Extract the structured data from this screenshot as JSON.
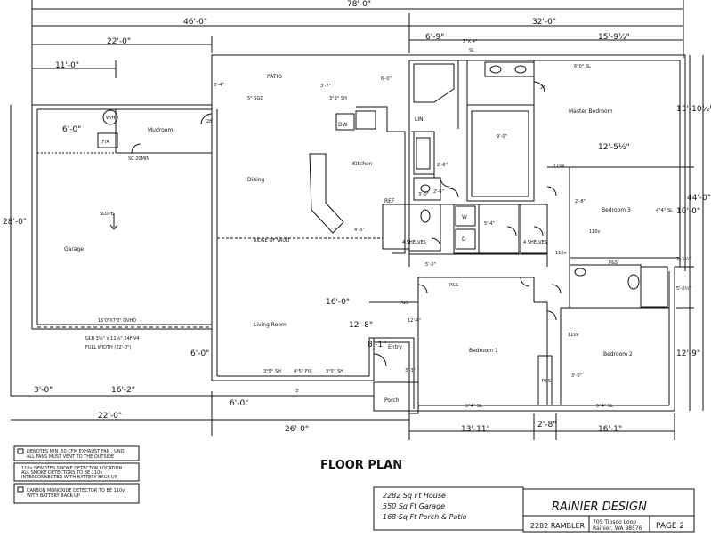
{
  "dims": {
    "overall_width": "78'-0\"",
    "left_section": "46'-0\"",
    "right_section": "32'-0\"",
    "garage_width": "22'-0\"",
    "garage_inner": "11'-0\"",
    "hall_top": "6'-9\"",
    "bath_window": "3°X 4°",
    "bath_window_type": "SL",
    "master_top": "15'-9½\"",
    "patio_left": "3'-4\"",
    "patio_door": "5° SGD",
    "patio_mid": "3'-7\"",
    "patio_right": "6'-0\"",
    "kitchen_window": "3°3° SH",
    "master_window": "6°0° SL",
    "garage_depth": "28'-0\"",
    "wh_offset": "6'-0\"",
    "closet": "9'-0\"",
    "master_depth": "13'-10½\"",
    "right_overall": "44'-0\"",
    "master_width": "12'-5½\"",
    "bed3_closet": "2'-8\"",
    "bed3_window": "4°4° SL",
    "bed3_depth": "10'-0\"",
    "laundry": "4'-5\"",
    "bath_gap": "5'-4\"",
    "hall_width": "5'-0\"",
    "right_gap": "2'-1½\"",
    "bath2_depth": "5'-0½\"",
    "living_depth": "16'-0\"",
    "entry_depth": "12'-8\"",
    "entry_width": "8'-1\"",
    "bed1_window": "5°4° SL",
    "bed2_window": "5°4° SL",
    "bed2_depth": "12'-9\"",
    "bed2_closet": "3'-0\"",
    "garage_left": "3'-0\"",
    "garage_mid": "16'-2\"",
    "garage_bottom": "22'-0\"",
    "living_bottom": "26'-0\"",
    "bed1_bottom": "13'-11\"",
    "gap_bottom": "2'-8\"",
    "bed2_bottom": "16'-1\"",
    "porch_offset": "6'-0\"",
    "garage_front": "6'-0\"",
    "front_window_1": "3°5° SH",
    "front_window_2": "4°5° FIX",
    "front_window_3": "3°5° SH",
    "front_gap": "3'",
    "door_28": "28",
    "door_26": "26",
    "door_shelf": "3'-3\"",
    "closet_small": "2'-6\"",
    "closet_small2": "2'-6\"",
    "closet_mid": "12'-4\"",
    "closet_hall": "3'-0\""
  },
  "rooms": {
    "mudroom": "Mudroom",
    "garage": "Garage",
    "dining": "Dining",
    "kitchen": "Kitchen",
    "living": "Living Room",
    "entry": "Entry",
    "porch": "Porch",
    "bed1": "Bedroom 1",
    "bed2": "Bedroom 2",
    "bed3": "Bedroom 3",
    "master": "Master Bedroom",
    "patio": "PATIO",
    "lin": "LIN",
    "ref": "REF",
    "dw": "DW",
    "wh": "W/H",
    "fa": "F/A",
    "w": "W",
    "d": "D",
    "pands1": "P&S",
    "pands2": "P&S",
    "pands3": "P&S",
    "pands4": "P&S",
    "shelves1": "4 SHELVES",
    "shelves2": "4 SHELVES",
    "slope": "SLOPE",
    "ridge": "RIDGE OF VAULT",
    "sc": "SC 20MIN",
    "ovhd": "16'0\"X7'0\" OVHD",
    "glb1": "GLB 3½\" x 11⅛\" 24F-V4",
    "glb2": "FULL WIDTH (22'-0\")",
    "v110_1": "110v",
    "v110_2": "110v",
    "v110_3": "110v",
    "v110_4": "110v"
  },
  "legend": {
    "item1_l1": "DENOTES MIN. 50 CFM EXHAUST FAN , UNO",
    "item1_l2": "ALL FANS MUST VENT TO THE OUTSIDE",
    "item2_l1": "110v DENOTES SMOKE DETECTOR LOCATION",
    "item2_l2": "ALL SMOKE DETECTORS TO BE 110v",
    "item2_l3": "INTERCONNECTED WITH BATTERY BACK-UP",
    "item3_l1": "CARBON MONOXIDE DETECTOR TO BE 110v",
    "item3_l2": "WITH BATTERY BACK-UP"
  },
  "title": "FLOOR PLAN",
  "areas": {
    "house": "2282 Sq Ft House",
    "garage": "550 Sq Ft Garage",
    "porch": "168 Sq Ft Porch & Patio"
  },
  "titleblock": {
    "company": "RAINIER DESIGN",
    "plan": "2282 RAMBLER",
    "addr1": "705 Tipsoo Loop",
    "addr2": "Rainier, WA 98576",
    "page": "PAGE 2"
  }
}
